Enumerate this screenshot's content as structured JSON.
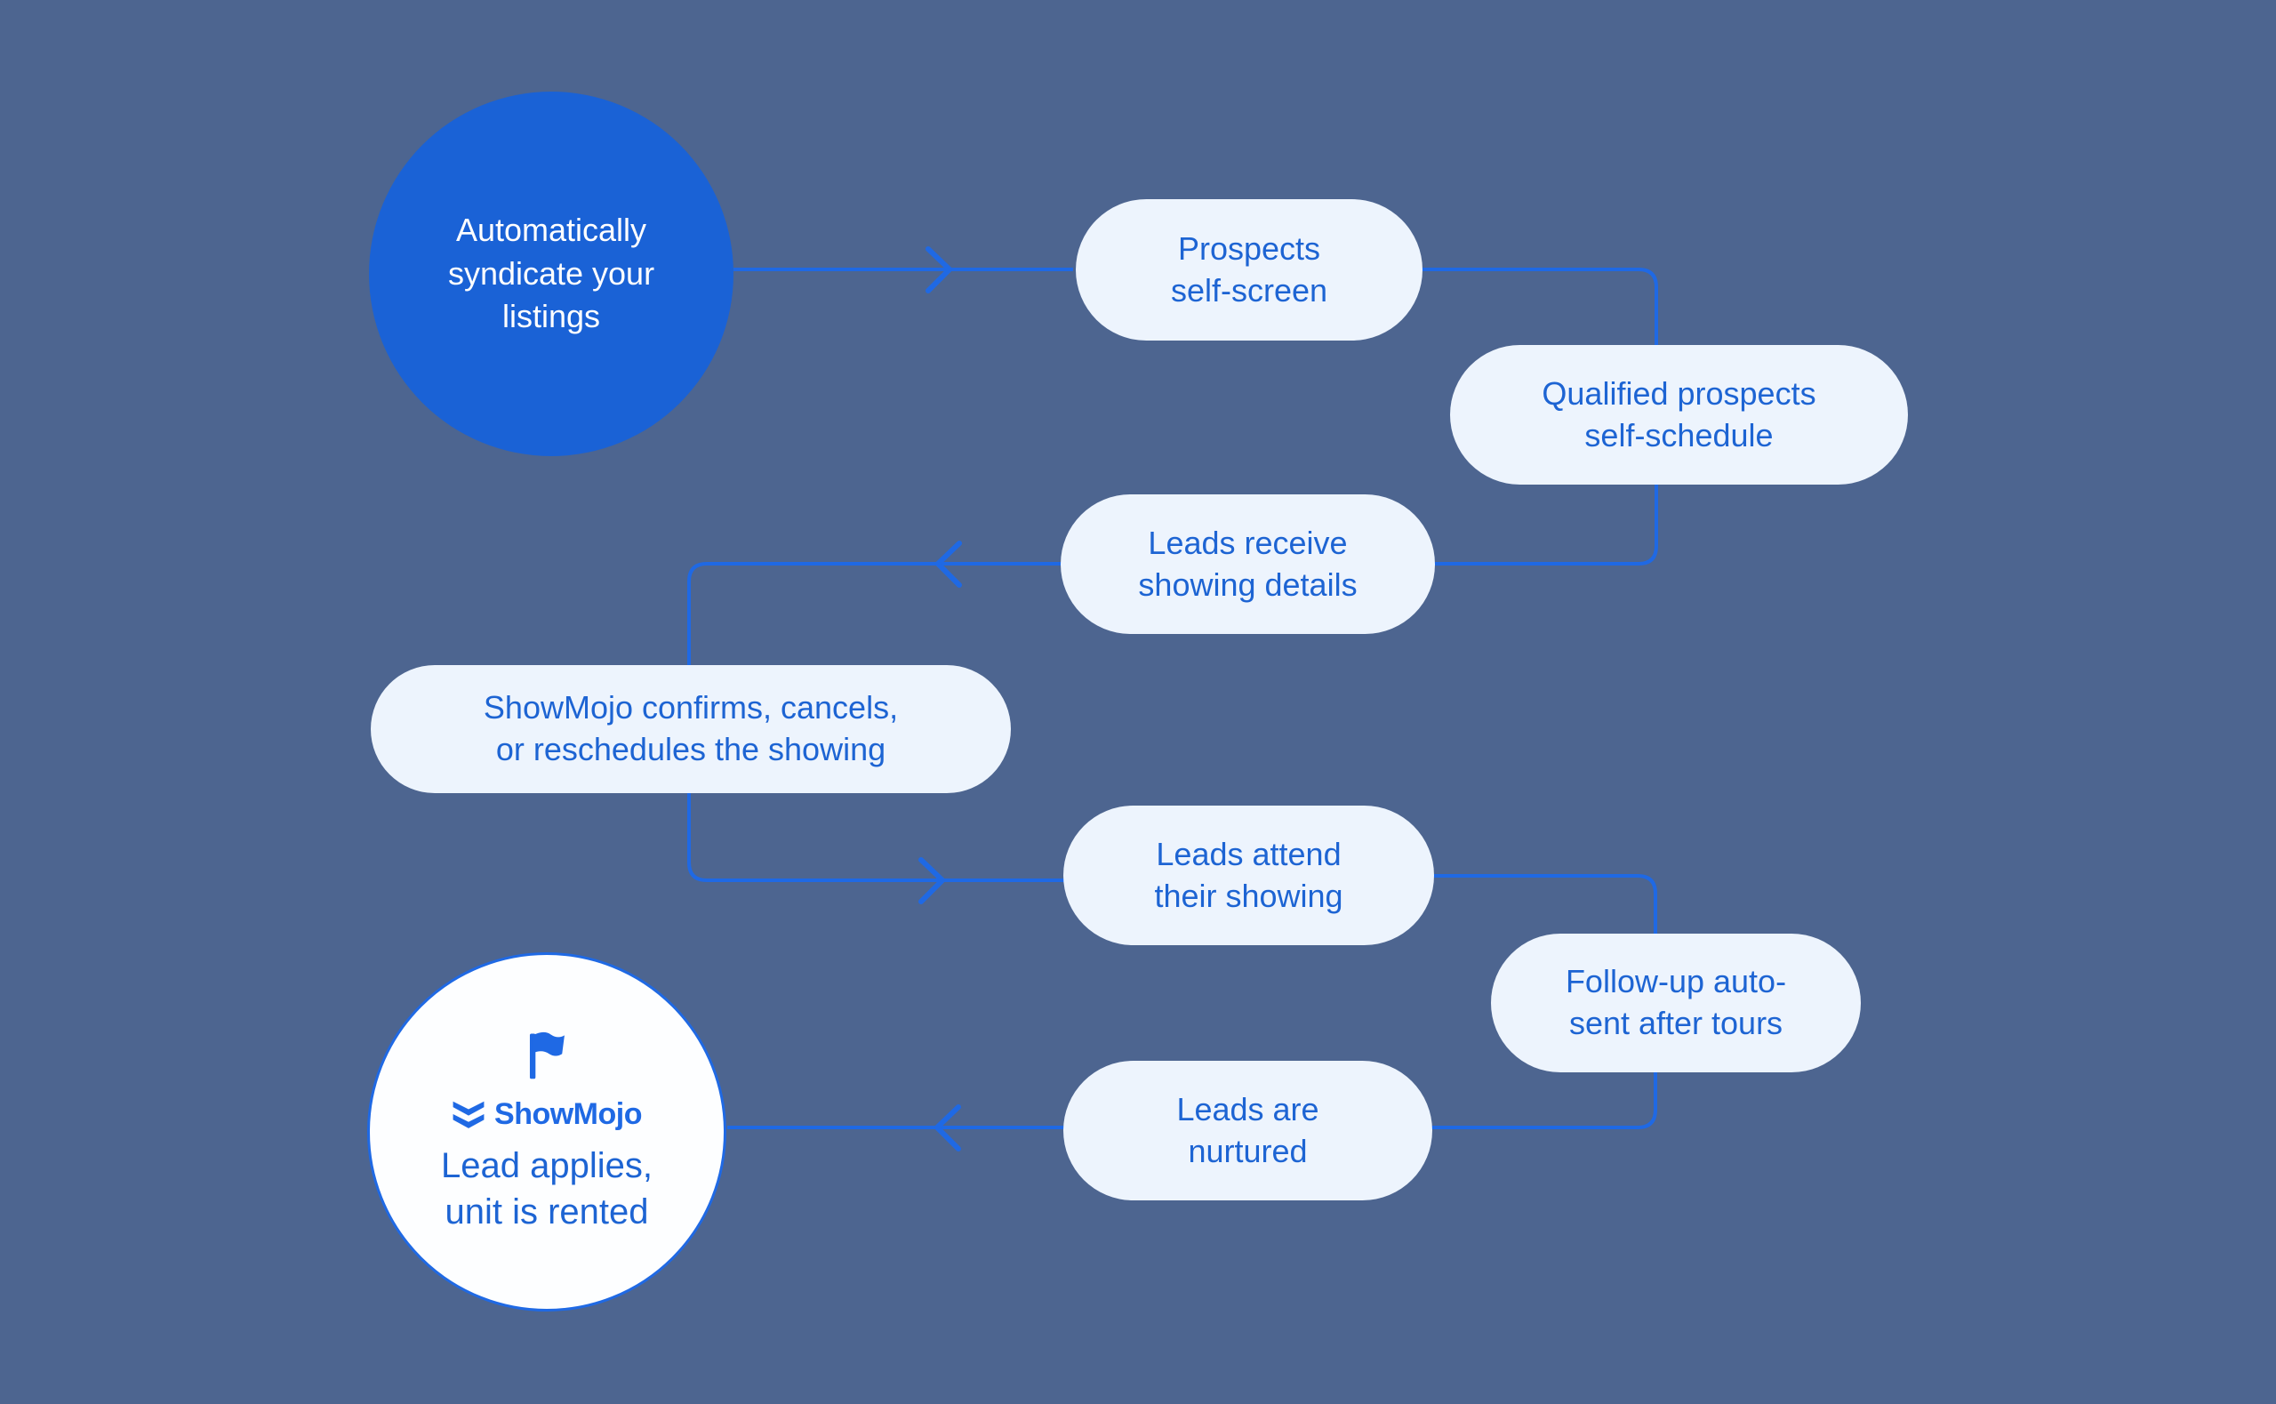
{
  "diagram": {
    "title_semantic": "ShowMojo leasing automation flowchart",
    "colors": {
      "background": "#4d6590",
      "accent_blue": "#1a62d6",
      "pill_background": "#edf4fd",
      "text_blue": "#1d64d3",
      "line_blue": "#1f69e4",
      "end_circle_fill": "#fdfeff"
    },
    "start_node": {
      "label": "Automatically\nsyndicate your\nlistings"
    },
    "steps": [
      {
        "id": "prospects-self-screen",
        "label": "Prospects\nself-screen"
      },
      {
        "id": "qualified-prospects-self-schedule",
        "label": "Qualified prospects\nself-schedule"
      },
      {
        "id": "leads-receive-showing-details",
        "label": "Leads receive\nshowing details"
      },
      {
        "id": "showmojo-confirms",
        "label": "ShowMojo confirms, cancels,\nor reschedules the showing"
      },
      {
        "id": "leads-attend-showing",
        "label": "Leads attend\ntheir showing"
      },
      {
        "id": "follow-up-auto-sent",
        "label": "Follow-up auto-\nsent after tours"
      },
      {
        "id": "leads-are-nurtured",
        "label": "Leads are\nnurtured"
      }
    ],
    "end_node": {
      "brand": "ShowMojo",
      "label": "Lead applies,\nunit is rented",
      "icons": [
        "flag-icon",
        "showmojo-logo-icon"
      ]
    }
  }
}
